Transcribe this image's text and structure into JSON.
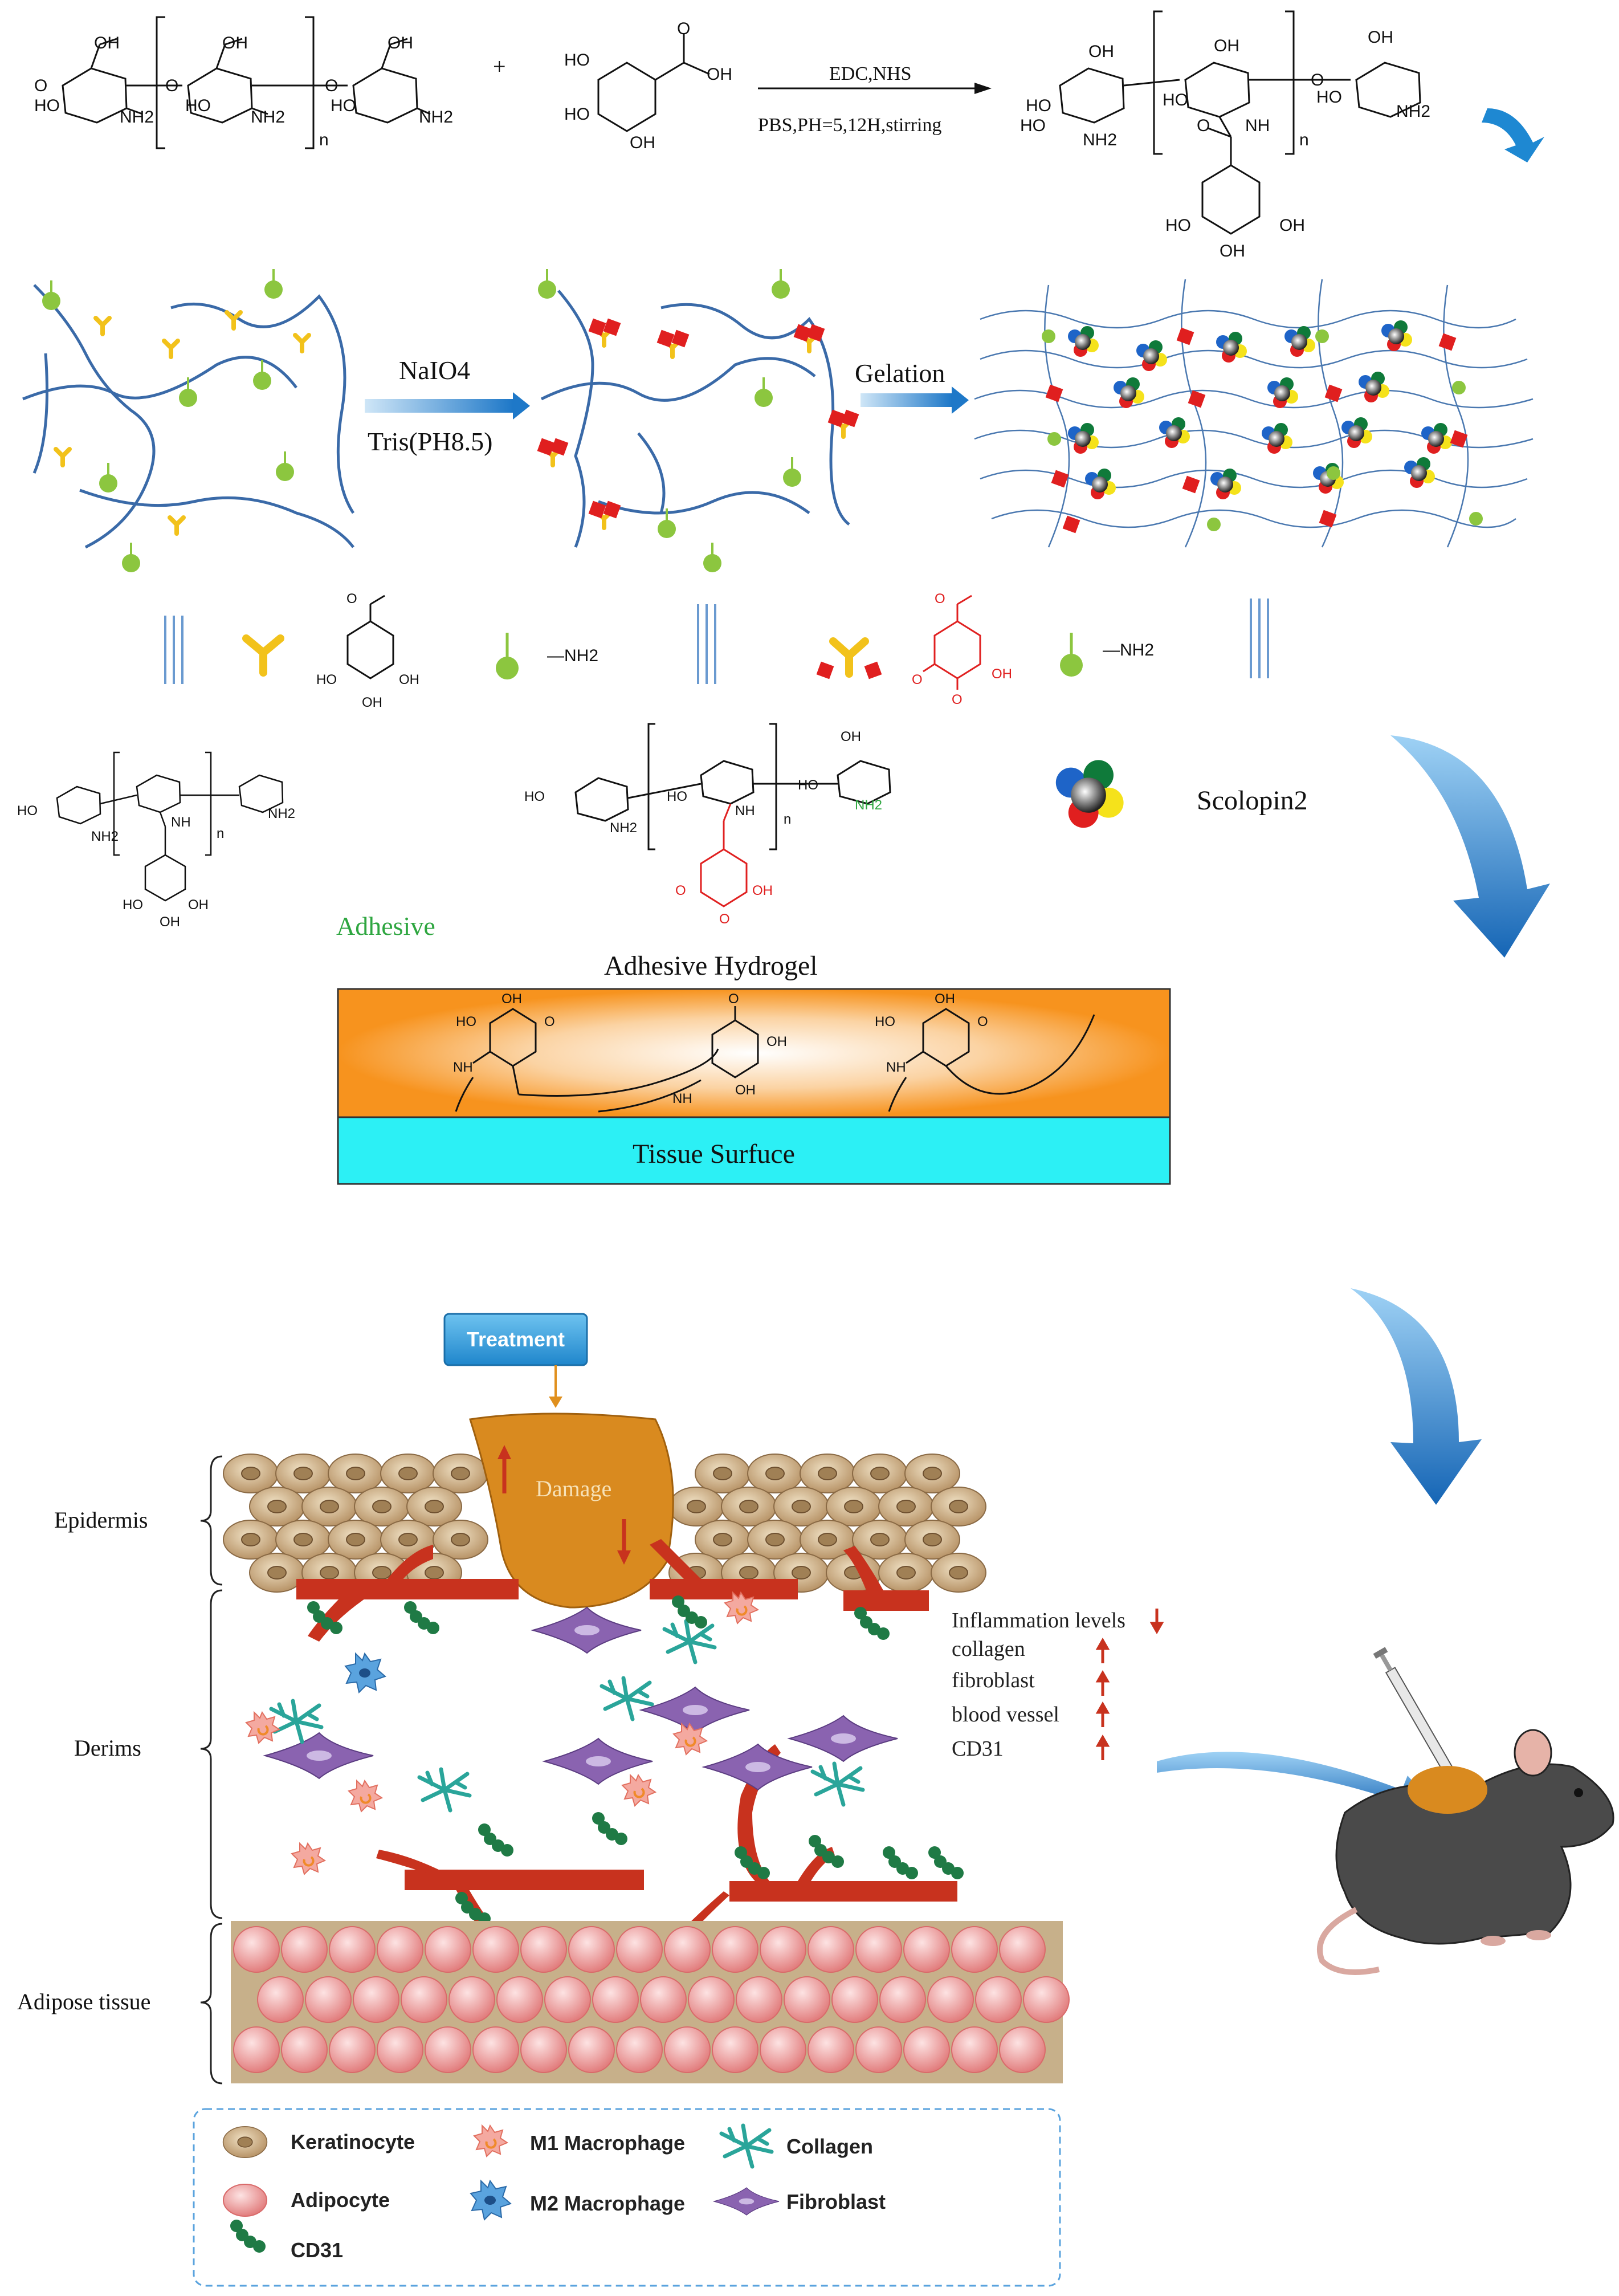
{
  "synthesis": {
    "plus": "+",
    "reagent_top": "EDC,NHS",
    "reagent_bottom": "PBS,PH=5,12H,stirring",
    "repeat_n": "n",
    "labels": {
      "OH": "OH",
      "HO": "HO",
      "NH2": "NH2",
      "NH": "NH",
      "O": "O"
    }
  },
  "gelation": {
    "step1_top": "NaIO4",
    "step1_bottom": "Tris(PH8.5)",
    "step2": "Gelation",
    "nh2_legend": "—NH2",
    "scolopin": "Scolopin2",
    "adhesive": "Adhesive"
  },
  "adhesion": {
    "title": "Adhesive Hydrogel",
    "surface": "Tissue Surfuce",
    "hydrogel_color": "#f7931e",
    "surface_color": "#2cf0f5"
  },
  "skin": {
    "treatment": "Treatment",
    "damage": "Damage",
    "layers": [
      "Epidermis",
      "Derims",
      "Adipose tissue"
    ],
    "effects": [
      {
        "label": "Inflammation levels",
        "direction": "down"
      },
      {
        "label": "collagen",
        "direction": "up"
      },
      {
        "label": "fibroblast",
        "direction": "up"
      },
      {
        "label": "blood vessel",
        "direction": "up"
      },
      {
        "label": "CD31",
        "direction": "up"
      }
    ]
  },
  "legend": {
    "items": [
      "Keratinocyte",
      "Adipocyte",
      "CD31",
      "M1 Macrophage",
      "M2 Macrophage",
      "Collagen",
      "Fibroblast"
    ]
  },
  "colors": {
    "polymer": "#3a6aa8",
    "catechol": "#f2c21b",
    "amine": "#8cc63f",
    "arrow_blue": "#1e88d2",
    "vessel": "#c8321e",
    "keratinocyte": "#c9ad84",
    "adipocyte": "#f09a9a",
    "damage": "#d98a1f"
  }
}
